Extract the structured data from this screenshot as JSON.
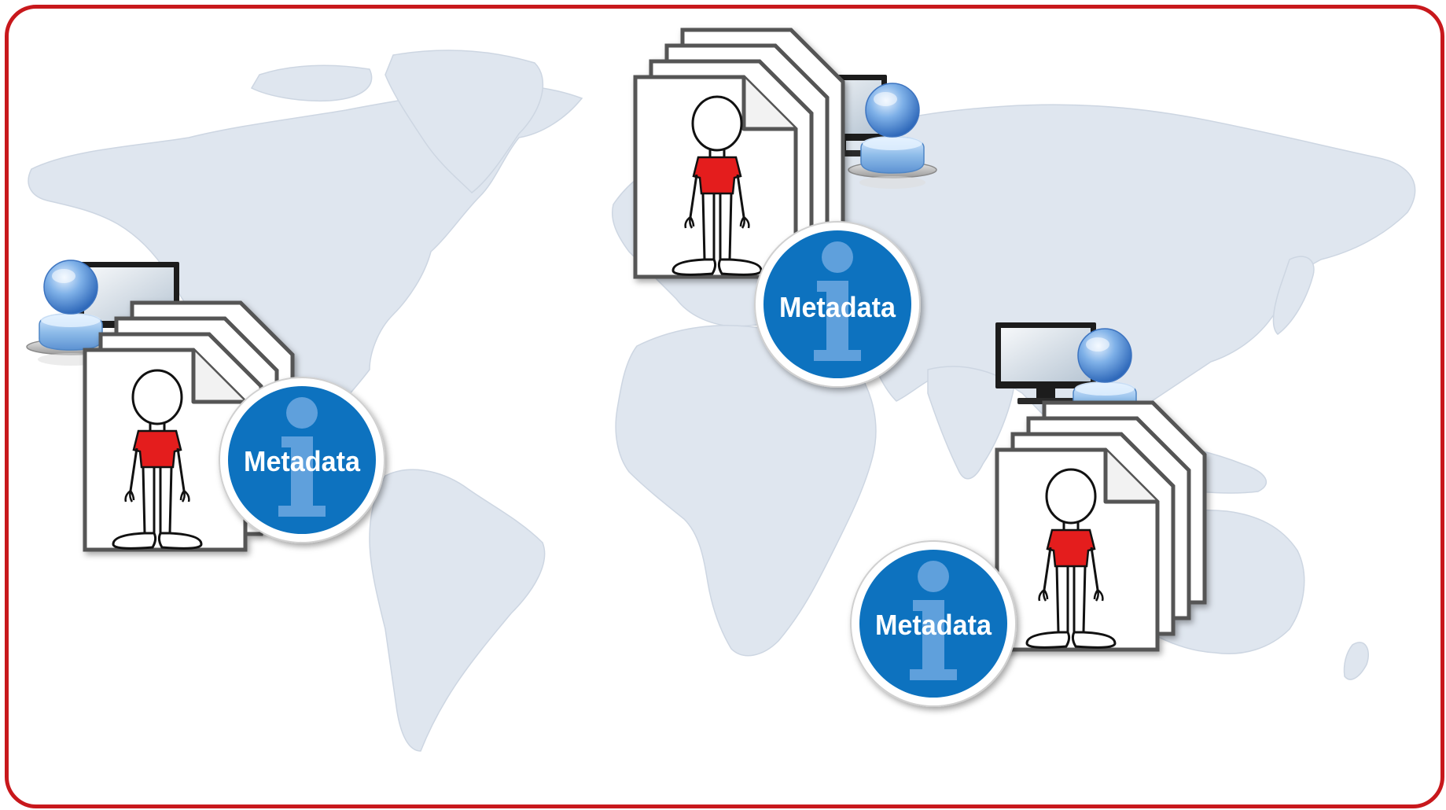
{
  "colors": {
    "frame_border": "#c8181c",
    "map_land": "#dfe6ef",
    "badge_blue": "#0a72bf",
    "badge_ring": "#ffffff",
    "shirt_red": "#e41d1d",
    "user_blue": "#5c9bdc"
  },
  "nodes": [
    {
      "name": "americas",
      "badge": {
        "label": "Metadata",
        "icon": "info-icon"
      },
      "documents": {
        "icon": "document-stack-icon",
        "figure": "stick-figure-red-shirt-icon"
      },
      "workstation": {
        "icons": [
          "computer-monitor-icon",
          "user-avatar-icon"
        ]
      }
    },
    {
      "name": "europe",
      "badge": {
        "label": "Metadata",
        "icon": "info-icon"
      },
      "documents": {
        "icon": "document-stack-icon",
        "figure": "stick-figure-red-shirt-icon"
      },
      "workstation": {
        "icons": [
          "computer-monitor-icon",
          "user-avatar-icon"
        ]
      }
    },
    {
      "name": "asia-pacific",
      "badge": {
        "label": "Metadata",
        "icon": "info-icon"
      },
      "documents": {
        "icon": "document-stack-icon",
        "figure": "stick-figure-red-shirt-icon"
      },
      "workstation": {
        "icons": [
          "computer-monitor-icon",
          "user-avatar-icon"
        ]
      }
    }
  ]
}
